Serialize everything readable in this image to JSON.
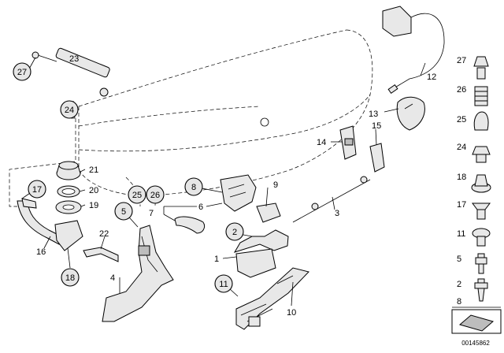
{
  "diagram": {
    "footer_code": "00145862",
    "callouts": {
      "c1": "1",
      "c2": "2",
      "c3": "3",
      "c4": "4",
      "c5": "5",
      "c6": "6",
      "c7": "7",
      "c8": "8",
      "c9": "9",
      "c10": "10",
      "c11": "11",
      "c12": "12",
      "c13": "13",
      "c14": "14",
      "c15": "15",
      "c16": "16",
      "c17": "17",
      "c18": "18",
      "c19": "19",
      "c20": "20",
      "c21": "21",
      "c22": "22",
      "c23": "23",
      "c24": "24",
      "c25": "25",
      "c26": "26",
      "c27": "27"
    },
    "legend": {
      "l27": "27",
      "l26": "26",
      "l25": "25",
      "l24": "24",
      "l18": "18",
      "l17": "17",
      "l11": "11",
      "l5": "5",
      "l2": "2",
      "l8": "8"
    },
    "colors": {
      "line": "#000000",
      "part_fill": "#e8e8e8",
      "callout_fill": "#e6e6e6",
      "background": "#ffffff"
    }
  }
}
